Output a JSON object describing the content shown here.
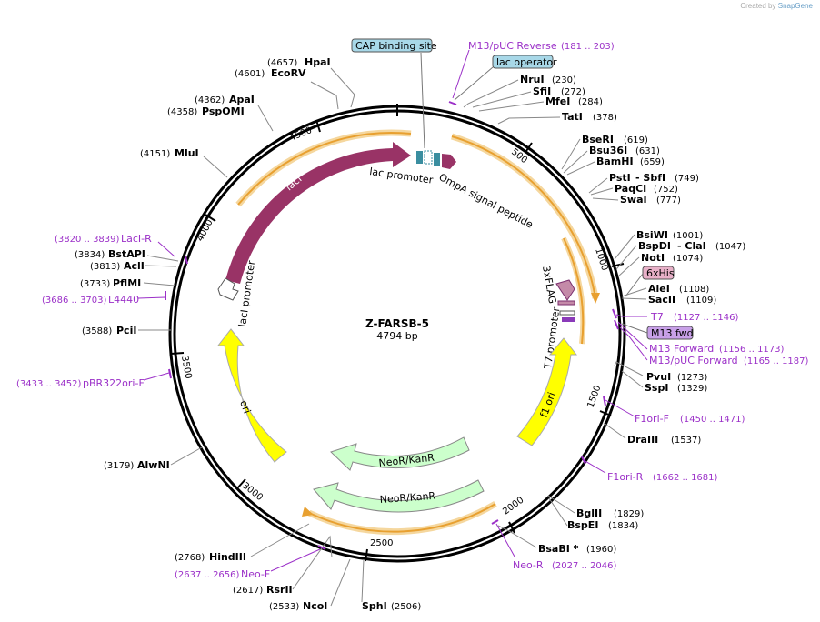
{
  "credit": {
    "prefix": "Created by",
    "brand": "SnapGene"
  },
  "plasmid": {
    "name": "Z-FARSB-5",
    "length_label": "4794 bp"
  },
  "colors": {
    "lacI": "#993366",
    "lac_promoter": "#3a8ea0",
    "ompA": "#993366",
    "flag": "#c48aa8",
    "his": "#7b2f6e",
    "t7": "#7b2f6e",
    "ori": "#ffff00",
    "f1": "#ffff00",
    "neo": "#ccffcc",
    "orange": "#f0a030",
    "primer": "#9b30c8",
    "box_blue": "#a8d8e8",
    "box_pink": "#e8b0c8",
    "box_purple": "#c8a0e8"
  },
  "ticks": [
    "500",
    "1000",
    "1500",
    "2000",
    "2500",
    "3000",
    "3500",
    "4000",
    "4500"
  ],
  "features": {
    "lacI": "lacI",
    "lacI_promoter": "lacI promoter",
    "lac_promoter": "lac promoter",
    "ompA": "OmpA signal peptide",
    "flag": "3xFLAG",
    "t7_promoter": "T7 promoter",
    "f1_ori": "f1 ori",
    "ori": "ori",
    "neo1": "NeoR/KanR",
    "neo2": "NeoR/KanR"
  },
  "boxed": {
    "cap": "CAP binding site",
    "lac_operator": "lac operator",
    "his": "6xHis",
    "m13fwd": "M13 fwd"
  },
  "sites": [
    {
      "name": "HpaI",
      "pos": "(4657)"
    },
    {
      "name": "EcoRV",
      "pos": "(4601)"
    },
    {
      "name": "ApaI",
      "pos": "(4362)"
    },
    {
      "name": "PspOMI",
      "pos": "(4358)"
    },
    {
      "name": "MluI",
      "pos": "(4151)"
    },
    {
      "name": "BstAPI",
      "pos": "(3834)"
    },
    {
      "name": "AclI",
      "pos": "(3813)"
    },
    {
      "name": "PflMI",
      "pos": "(3733)"
    },
    {
      "name": "PciI",
      "pos": "(3588)"
    },
    {
      "name": "AlwNI",
      "pos": "(3179)"
    },
    {
      "name": "HindIII",
      "pos": "(2768)"
    },
    {
      "name": "RsrII",
      "pos": "(2617)"
    },
    {
      "name": "NcoI",
      "pos": "(2533)"
    },
    {
      "name": "SphI",
      "pos": "(2506)"
    },
    {
      "name": "NruI",
      "pos": "(230)"
    },
    {
      "name": "SfiI",
      "pos": "(272)"
    },
    {
      "name": "MfeI",
      "pos": "(284)"
    },
    {
      "name": "TatI",
      "pos": "(378)"
    },
    {
      "name": "BseRI",
      "pos": "(619)"
    },
    {
      "name": "Bsu36I",
      "pos": "(631)"
    },
    {
      "name": "BamHI",
      "pos": "(659)"
    },
    {
      "name": "PstI",
      "pos": "(749)"
    },
    {
      "name": "- SbfI",
      "pos": ""
    },
    {
      "name": "PaqCI",
      "pos": "(752)"
    },
    {
      "name": "SwaI",
      "pos": "(777)"
    },
    {
      "name": "BsiWI",
      "pos": "(1001)"
    },
    {
      "name": "BspDI",
      "pos": "(1047)"
    },
    {
      "name": "- ClaI",
      "pos": ""
    },
    {
      "name": "NotI",
      "pos": "(1074)"
    },
    {
      "name": "AleI",
      "pos": "(1108)"
    },
    {
      "name": "SacII",
      "pos": "(1109)"
    },
    {
      "name": "PvuI",
      "pos": "(1273)"
    },
    {
      "name": "SspI",
      "pos": "(1329)"
    },
    {
      "name": "DraIII",
      "pos": "(1537)"
    },
    {
      "name": "BglII",
      "pos": "(1829)"
    },
    {
      "name": "BspEI",
      "pos": "(1834)"
    },
    {
      "name": "BsaBI *",
      "pos": "(1960)"
    }
  ],
  "primers": [
    {
      "name": "M13/pUC Reverse",
      "pos": "(181 .. 203)"
    },
    {
      "name": "LacI-R",
      "pos": "(3820 .. 3839)"
    },
    {
      "name": "L4440",
      "pos": "(3686 .. 3703)"
    },
    {
      "name": "pBR322ori-F",
      "pos": "(3433 .. 3452)"
    },
    {
      "name": "Neo-F",
      "pos": "(2637 .. 2656)"
    },
    {
      "name": "Neo-R",
      "pos": "(2027 .. 2046)"
    },
    {
      "name": "T7",
      "pos": "(1127 .. 1146)"
    },
    {
      "name": "M13 Forward",
      "pos": "(1156 .. 1173)"
    },
    {
      "name": "M13/pUC Forward",
      "pos": "(1165 .. 1187)"
    },
    {
      "name": "F1ori-F",
      "pos": "(1450 .. 1471)"
    },
    {
      "name": "F1ori-R",
      "pos": "(1662 .. 1681)"
    }
  ]
}
